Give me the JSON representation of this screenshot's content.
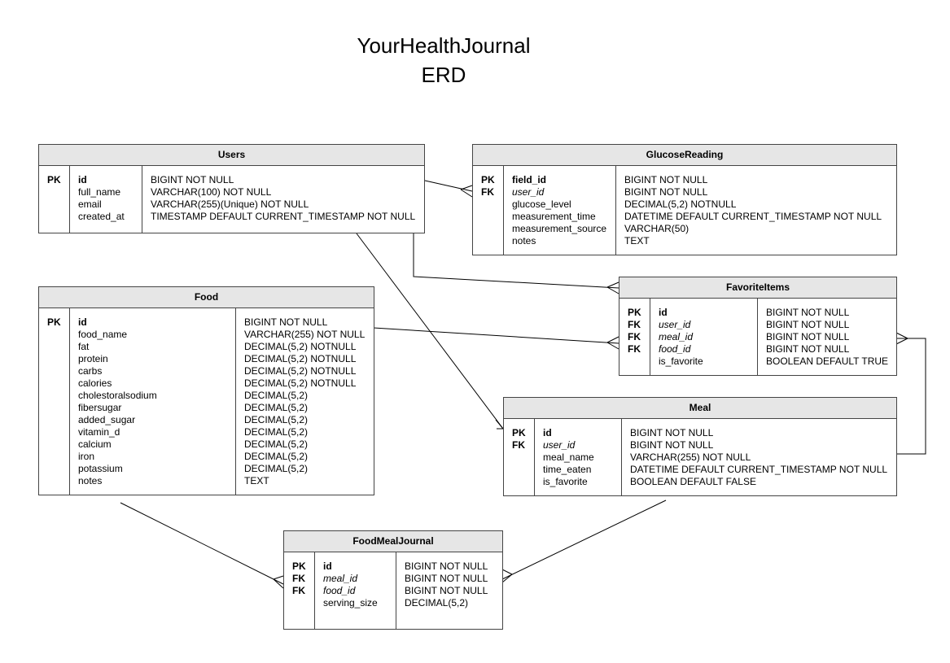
{
  "title_line1": "YourHealthJournal",
  "title_line2": "ERD",
  "tables": {
    "users": {
      "name": "Users",
      "keys": [
        "PK",
        "",
        "",
        ""
      ],
      "cols": [
        "id",
        "full_name",
        "email",
        "created_at"
      ],
      "types": [
        "BIGINT NOT NULL",
        "VARCHAR(100) NOT NULL",
        "VARCHAR(255)(Unique) NOT NULL",
        "TIMESTAMP DEFAULT CURRENT_TIMESTAMP NOT NULL"
      ]
    },
    "glucose": {
      "name": "GlucoseReading",
      "keys": [
        "PK",
        "FK",
        "",
        "",
        "",
        ""
      ],
      "cols": [
        "field_id",
        "user_id",
        "glucose_level",
        "measurement_time",
        "measurement_source",
        "notes"
      ],
      "types": [
        "BIGINT NOT NULL",
        "BIGINT NOT NULL",
        "DECIMAL(5,2) NOTNULL",
        "DATETIME DEFAULT CURRENT_TIMESTAMP NOT NULL",
        "VARCHAR(50)",
        "TEXT"
      ]
    },
    "favorite": {
      "name": "FavoriteItems",
      "keys": [
        "PK",
        "FK",
        "FK",
        "FK",
        ""
      ],
      "cols": [
        "id",
        "user_id",
        "meal_id",
        "food_id",
        "is_favorite"
      ],
      "types": [
        "BIGINT NOT NULL",
        "BIGINT NOT NULL",
        "BIGINT NOT NULL",
        "BIGINT NOT NULL",
        "BOOLEAN DEFAULT TRUE"
      ]
    },
    "food": {
      "name": "Food",
      "keys": [
        "PK",
        "",
        "",
        "",
        "",
        "",
        "",
        "",
        "",
        "",
        "",
        "",
        "",
        ""
      ],
      "cols": [
        "id",
        "food_name",
        "fat",
        "protein",
        "carbs",
        "calories",
        "cholestoralsodium",
        "fibersugar",
        "added_sugar",
        "vitamin_d",
        "calcium",
        "iron",
        "potassium",
        "notes"
      ],
      "types": [
        "BIGINT NOT NULL",
        "VARCHAR(255) NOT NULL",
        "DECIMAL(5,2) NOTNULL",
        "DECIMAL(5,2) NOTNULL",
        "DECIMAL(5,2) NOTNULL",
        "DECIMAL(5,2) NOTNULL",
        "DECIMAL(5,2)",
        "DECIMAL(5,2)",
        "DECIMAL(5,2)",
        "DECIMAL(5,2)",
        "DECIMAL(5,2)",
        "DECIMAL(5,2)",
        "DECIMAL(5,2)",
        "TEXT"
      ]
    },
    "meal": {
      "name": "Meal",
      "keys": [
        "PK",
        "FK",
        "",
        "",
        ""
      ],
      "cols": [
        "id",
        "user_id",
        "meal_name",
        "time_eaten",
        "is_favorite"
      ],
      "types": [
        "BIGINT NOT NULL",
        "BIGINT NOT NULL",
        "VARCHAR(255) NOT NULL",
        "DATETIME DEFAULT CURRENT_TIMESTAMP NOT NULL",
        "BOOLEAN DEFAULT FALSE"
      ]
    },
    "fmj": {
      "name": "FoodMealJournal",
      "keys": [
        "PK",
        "FK",
        "FK",
        ""
      ],
      "cols": [
        "id",
        "meal_id",
        "food_id",
        "serving_size"
      ],
      "types": [
        "BIGINT NOT NULL",
        "BIGINT NOT NULL",
        "BIGINT NOT NULL",
        "DECIMAL(5,2)"
      ]
    }
  },
  "relationships": [
    {
      "from": "Users",
      "to": "GlucoseReading",
      "cardinality": "one-to-many"
    },
    {
      "from": "Users",
      "to": "FavoriteItems",
      "cardinality": "one-to-many"
    },
    {
      "from": "Users",
      "to": "Meal",
      "cardinality": "one-to-many"
    },
    {
      "from": "Food",
      "to": "FavoriteItems",
      "cardinality": "one-to-many"
    },
    {
      "from": "Meal",
      "to": "FavoriteItems",
      "cardinality": "one-to-many"
    },
    {
      "from": "Food",
      "to": "FoodMealJournal",
      "cardinality": "one-to-many"
    },
    {
      "from": "Meal",
      "to": "FoodMealJournal",
      "cardinality": "one-to-many"
    }
  ]
}
